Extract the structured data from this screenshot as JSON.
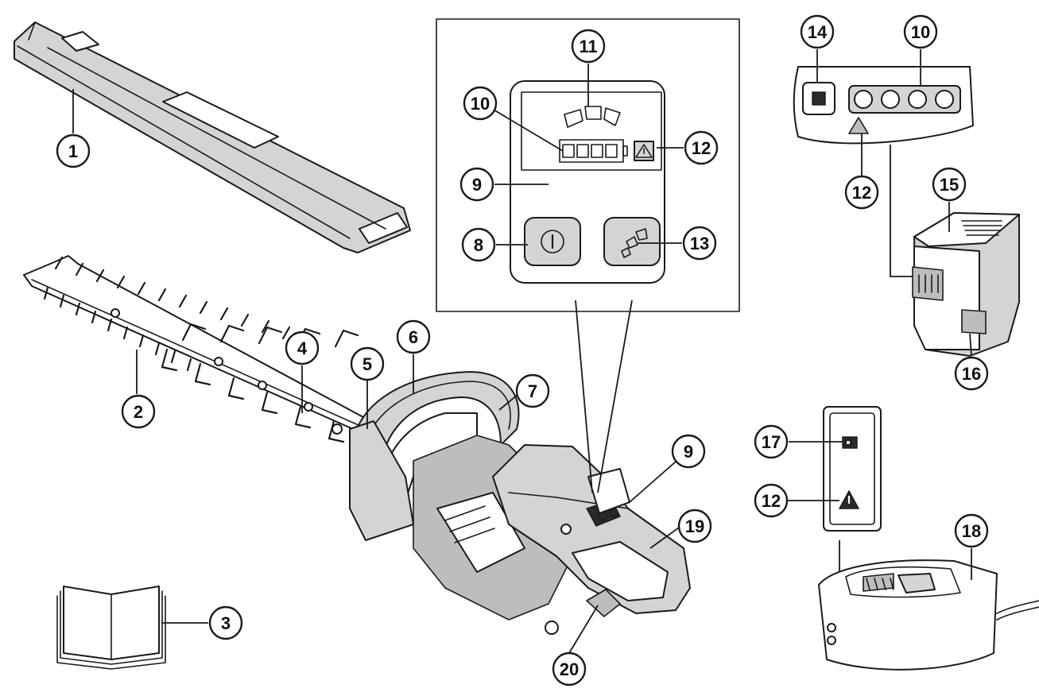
{
  "callouts": [
    {
      "label": "1"
    },
    {
      "label": "2"
    },
    {
      "label": "3"
    },
    {
      "label": "4"
    },
    {
      "label": "5"
    },
    {
      "label": "6"
    },
    {
      "label": "7"
    },
    {
      "label": "8"
    },
    {
      "label": "9"
    },
    {
      "label": "9"
    },
    {
      "label": "10"
    },
    {
      "label": "10"
    },
    {
      "label": "11"
    },
    {
      "label": "12"
    },
    {
      "label": "12"
    },
    {
      "label": "12"
    },
    {
      "label": "13"
    },
    {
      "label": "14"
    },
    {
      "label": "15"
    },
    {
      "label": "16"
    },
    {
      "label": "17"
    },
    {
      "label": "18"
    },
    {
      "label": "19"
    },
    {
      "label": "20"
    }
  ],
  "icons": {
    "power": "power-icon",
    "mode": "speed-mode-icon",
    "warning": "warning-triangle-icon",
    "battery": "battery-level-icon",
    "manual": "manual-book-icon"
  },
  "colors": {
    "line": "#1a1a1a",
    "shade": "#d4d4d4",
    "background": "#ffffff"
  }
}
